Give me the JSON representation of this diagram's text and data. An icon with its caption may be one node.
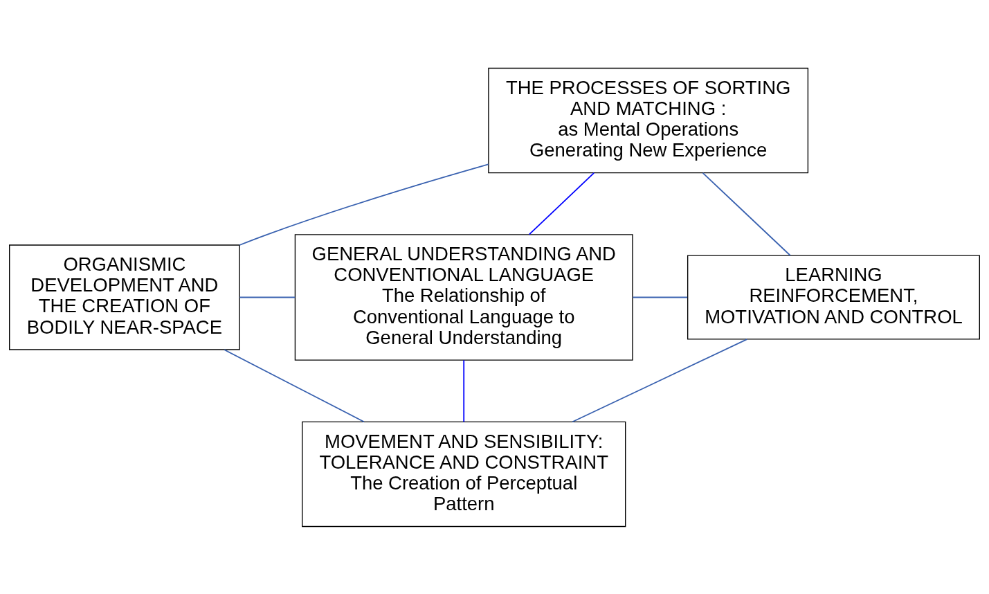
{
  "diagram": {
    "nodes": [
      {
        "text": [
          "THE PROCESSES OF SORTING AND MATCHING :",
          "as Mental Operations Generating New Experience"
        ]
      },
      {
        "text": [
          "ORGANISMIC DEVELOPMENT AND THE CREATION OF BODILY NEAR-SPACE"
        ]
      },
      {
        "text": [
          "GENERAL UNDERSTANDING AND CONVENTIONAL LANGUAGE",
          "The Relationship of Conventional Language to General Understanding"
        ]
      },
      {
        "text": [
          "LEARNING REINFORCEMENT, MOTIVATION AND CONTROL"
        ]
      },
      {
        "text": [
          "MOVEMENT AND SENSIBILITY: TOLERANCE AND CONSTRAINT",
          "The Creation of Perceptual Pattern"
        ]
      }
    ],
    "edges": [
      {
        "from": 1,
        "to": 0,
        "arrow": "none"
      },
      {
        "from": 0,
        "to": 3,
        "arrow": "none"
      },
      {
        "from": 0,
        "to": 2,
        "arrow": "none",
        "color": "#0000ff"
      },
      {
        "from": 1,
        "to": 2,
        "arrow": "none"
      },
      {
        "from": 2,
        "to": 3,
        "arrow": "none"
      },
      {
        "from": 1,
        "to": 4,
        "arrow": "none"
      },
      {
        "from": 2,
        "to": 4,
        "arrow": "none",
        "color": "#0000ff"
      },
      {
        "from": 3,
        "to": 4,
        "arrow": "none"
      }
    ]
  }
}
